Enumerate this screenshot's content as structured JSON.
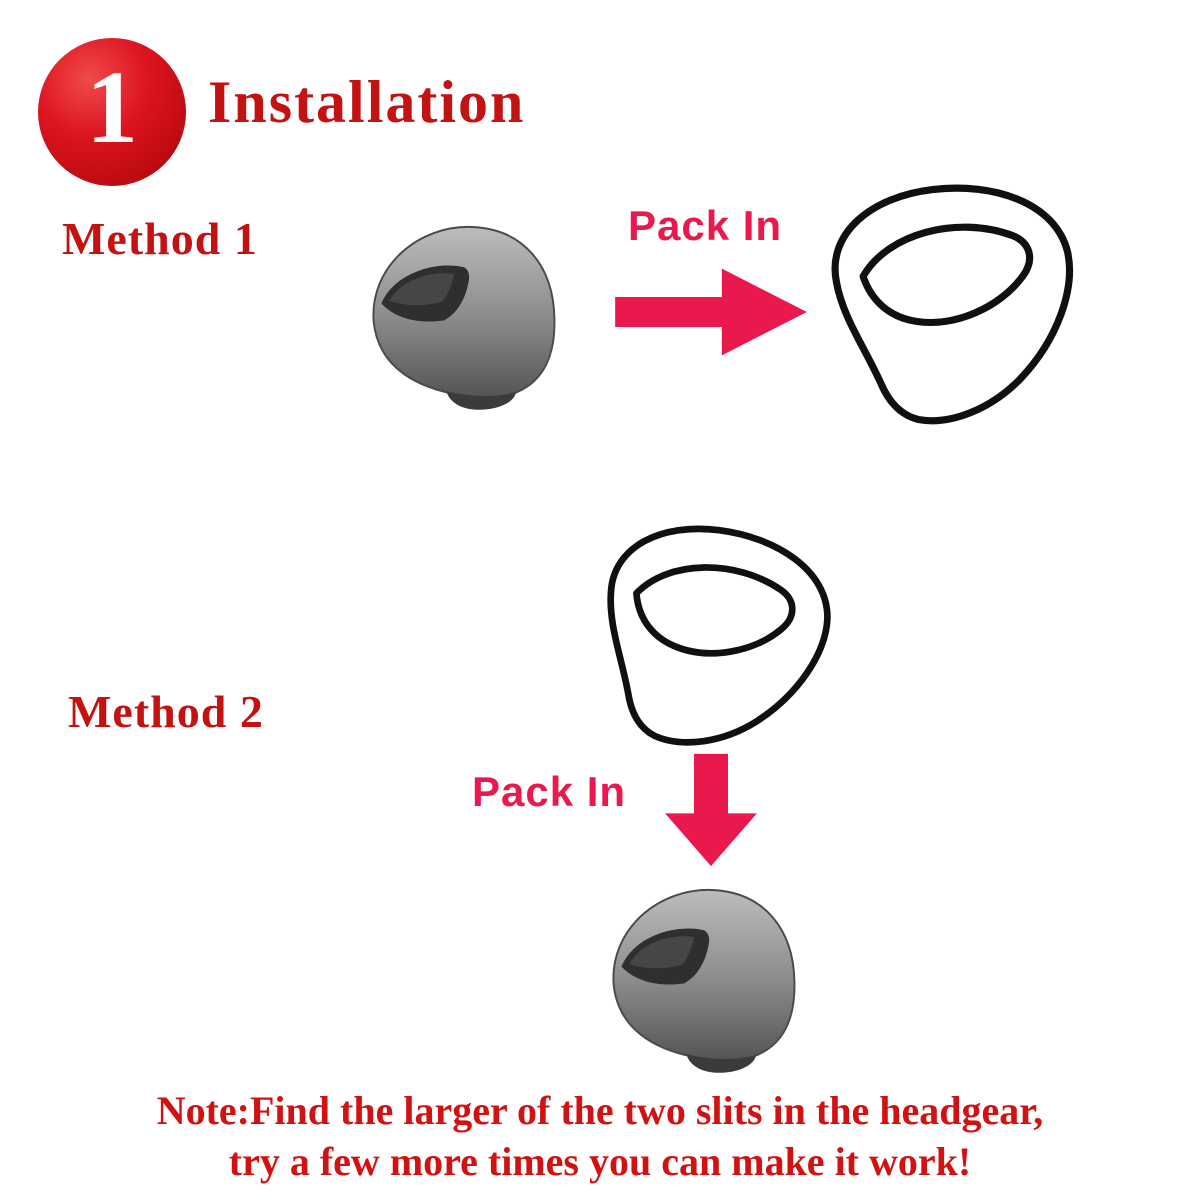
{
  "badge": {
    "number": "1"
  },
  "title": "Installation",
  "method1": {
    "label": "Method 1",
    "arrow_label": "Pack In"
  },
  "method2": {
    "label": "Method 2",
    "arrow_label": "Pack In"
  },
  "note": {
    "line1": "Note:Find the larger of the two slits in the headgear,",
    "line2": "try a few more times you can make it work!"
  },
  "icons": {
    "helmet": "gray-motorcycle-helmet",
    "cover": "helmet-cover-outline",
    "arrow_right": "red-arrow-right",
    "arrow_down": "red-arrow-down"
  },
  "colors": {
    "heading_red": "#c31212",
    "note_red": "#d11212",
    "arrow_pink_red": "#e9194e",
    "badge_red": "#dd1420",
    "background": "#ffffff"
  }
}
